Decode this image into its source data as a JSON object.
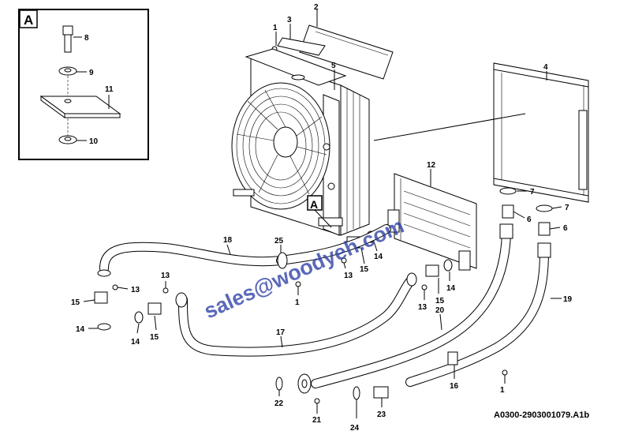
{
  "inset": {
    "label": "A"
  },
  "detail_marker": {
    "label": "A"
  },
  "callouts": {
    "c1a": "1",
    "c2": "2",
    "c3": "3",
    "c4": "4",
    "c5": "5",
    "c6a": "6",
    "c6b": "6",
    "c7a": "7",
    "c7b": "7",
    "c8": "8",
    "c9": "9",
    "c10": "10",
    "c11": "11",
    "c12": "12",
    "c13a": "13",
    "c13b": "13",
    "c13c": "13",
    "c13d": "13",
    "c14a": "14",
    "c14b": "14",
    "c14c": "14",
    "c14d": "14",
    "c15a": "15",
    "c15b": "15",
    "c15c": "15",
    "c15d": "15",
    "c16": "16",
    "c17": "17",
    "c18": "18",
    "c19": "19",
    "c20": "20",
    "c21": "21",
    "c22": "22",
    "c23": "23",
    "c24": "24",
    "c25": "25",
    "c1b": "1",
    "c1c": "1"
  },
  "watermark": "sales@woodyeh.com",
  "figure_code": "A0300-2903001079.A1b"
}
